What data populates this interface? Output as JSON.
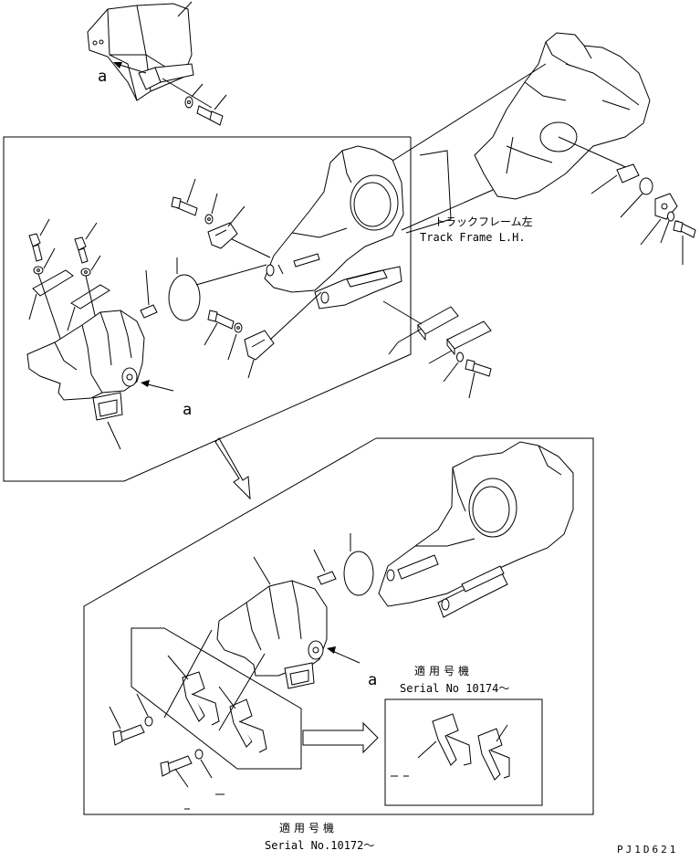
{
  "labels": {
    "track_frame_jp": "トラックフレーム左",
    "track_frame_en": "Track Frame L.H.",
    "view_ref_a1": "a",
    "view_ref_a2": "a",
    "view_ref_a3": "a",
    "applicable_jp_1": "適用号機",
    "serial_1": "Serial No 10174～",
    "applicable_jp_2": "適用号機",
    "serial_2": "Serial No.10172～",
    "drawing_code": "PJ1D621"
  }
}
